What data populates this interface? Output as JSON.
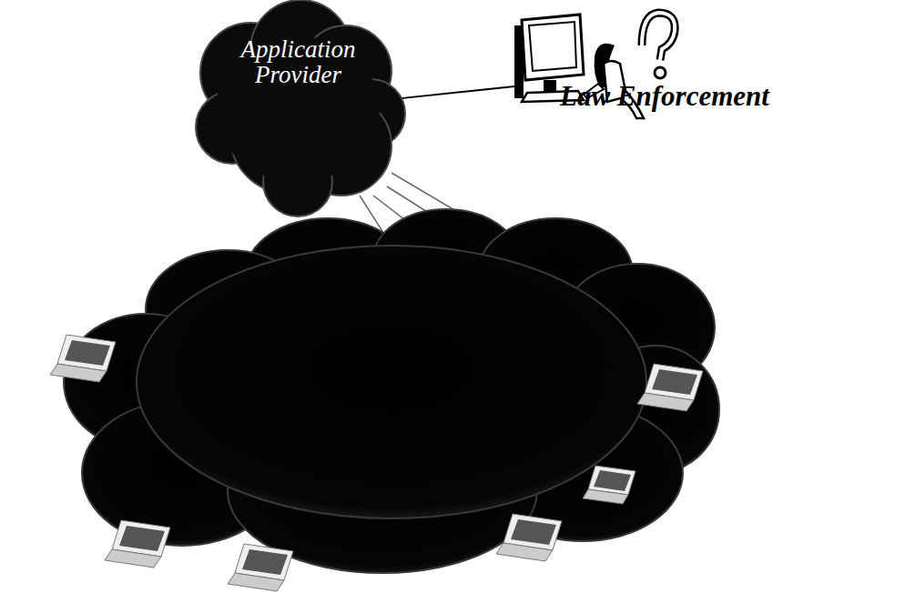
{
  "diagram": {
    "nodes": [
      {
        "text": [
          "Application Provider"
        ]
      },
      {
        "text": [
          "Law Enforcement"
        ]
      }
    ],
    "edges": [
      {
        "from": 0,
        "to": 1,
        "arrow": "none"
      }
    ]
  }
}
